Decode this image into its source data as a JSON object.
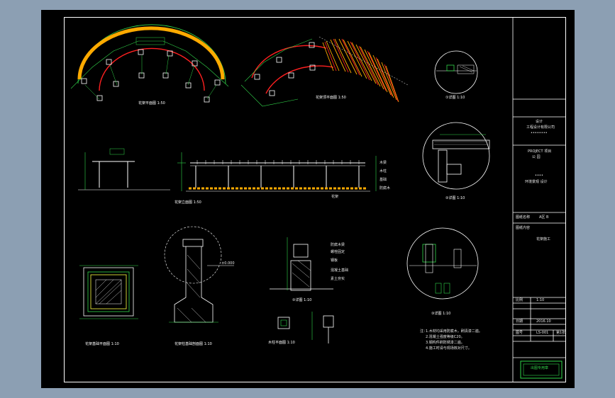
{
  "plan_views": {
    "left_plan_title": "花架平面图 1:50",
    "right_plan_title": "花架顶平面图 1:50"
  },
  "elevation": {
    "title": "花架立面图 1:50",
    "note": "花架",
    "callouts": [
      "木梁",
      "木柱",
      "基础",
      "防腐木"
    ]
  },
  "foundation_plan": {
    "title": "花架基础平面图 1:10"
  },
  "column_section": {
    "title": "花架柱基础剖面图 1:10",
    "level": "±0.000"
  },
  "detail_mid": {
    "title": "②详图 1:10",
    "callouts": [
      "防腐木梁",
      "螺栓固定",
      "钢板",
      "混凝土基础",
      "素土夯实"
    ]
  },
  "wood_column": {
    "title": "木柱平面图 1:10"
  },
  "details_right": {
    "d1": "①详图 1:10",
    "d2": "②详图 1:10",
    "d3": "③详图 1:10"
  },
  "notes": {
    "header": "注：",
    "lines": [
      "1.木材均采用防腐木，刷清漆二遍。",
      "2.混凝土强度等级C20。",
      "3.钢构件刷防锈漆二遍。",
      "4.施工时请与现场核对尺寸。"
    ]
  },
  "title_block": {
    "company_1": "设计",
    "company_2": "工程设计有限公司",
    "dots": "••••••••",
    "project_label": "PROJECT 项目",
    "project_name": "公 园",
    "stars": "••••",
    "drawing_subject": "环境景观 设计",
    "drawing_no_label": "图纸名称",
    "drawing_no_value": "A区 B",
    "sheet_label": "图纸内容",
    "sheet_value": "花架施工",
    "scale_label": "比例",
    "scale_value": "1:10",
    "date_label": "日期",
    "date_value": "2016.10",
    "code_label": "图号",
    "code_value": "LS-001",
    "code_suffix": "第1张",
    "stamp": "出图专用章"
  },
  "colors": {
    "background_outer": "#8c9fb3",
    "canvas": "#000000",
    "green": "#31d64a",
    "red": "#ff2020",
    "orange": "#ffaa00",
    "white": "#ffffff",
    "cyan": "#35d0d0",
    "yellow": "#ffff40"
  }
}
